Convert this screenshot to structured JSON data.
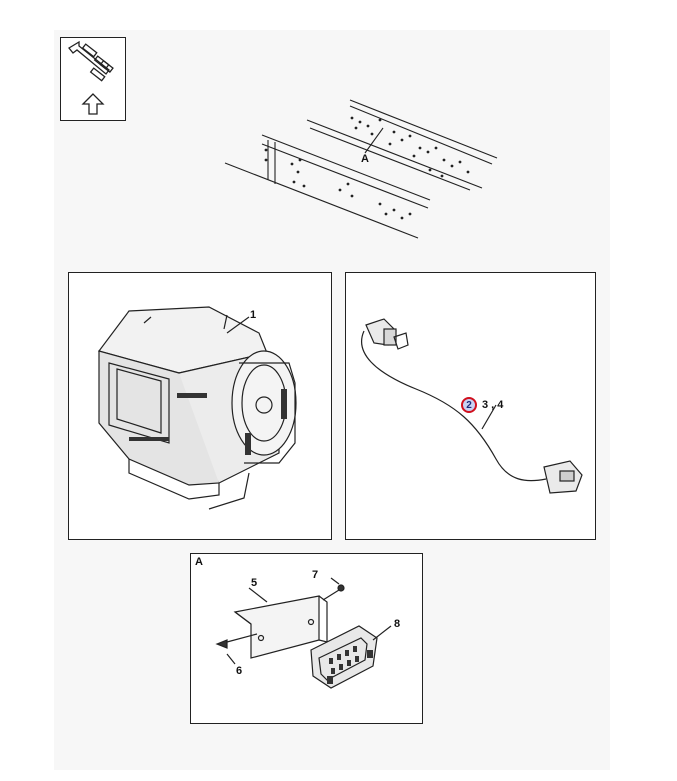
{
  "diagram": {
    "detail_ref_label": "A",
    "detail_box_letter": "A",
    "callouts": {
      "c1": "1",
      "c2": "2",
      "c34": "3 , 4",
      "c5": "5",
      "c6": "6",
      "c7": "7",
      "c8": "8"
    },
    "colors": {
      "highlight_ring": "#d0101e",
      "highlight_fill": "#c9d1f2",
      "line": "#222222"
    },
    "icons": [
      "orientation-arrow-icon"
    ]
  }
}
